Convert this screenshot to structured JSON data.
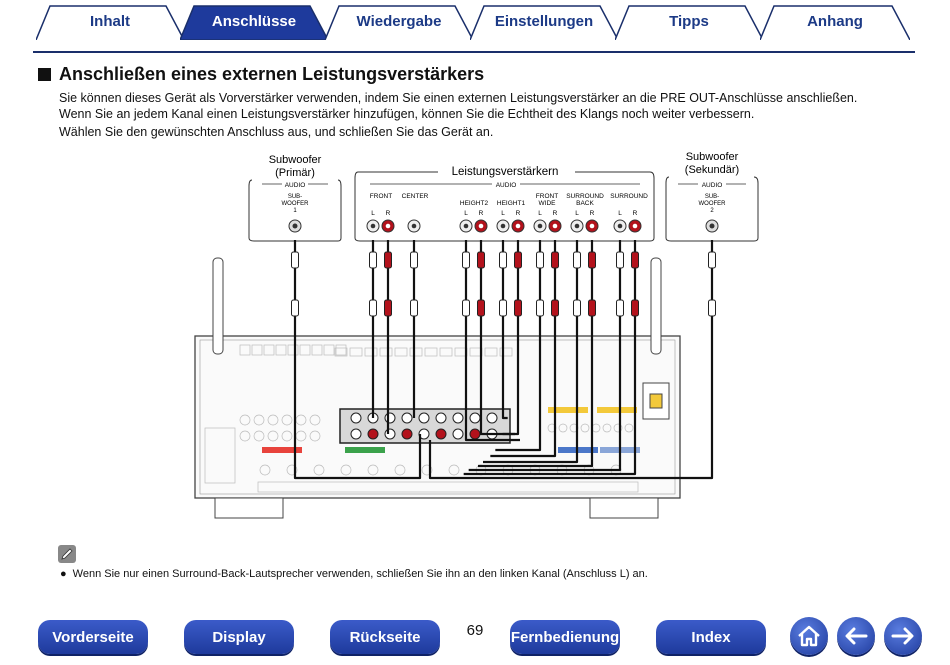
{
  "tabs": [
    {
      "label": "Inhalt",
      "active": false
    },
    {
      "label": "Anschlüsse",
      "active": true
    },
    {
      "label": "Wiedergabe",
      "active": false
    },
    {
      "label": "Einstellungen",
      "active": false
    },
    {
      "label": "Tipps",
      "active": false
    },
    {
      "label": "Anhang",
      "active": false
    }
  ],
  "section": {
    "title": "Anschließen eines externen Leistungsverstärkers",
    "paragraph1_line1": "Sie können dieses Gerät als Vorverstärker verwenden, indem Sie einen externen Leistungsverstärker an die PRE OUT-Anschlüsse anschließen.",
    "paragraph1_line2": "Wenn Sie an jedem Kanal einen Leistungsverstärker hinzufügen, können Sie die Echtheit des Klangs noch weiter verbessern.",
    "paragraph2": "Wählen Sie den gewünschten Anschluss aus, und schließen Sie das Gerät an."
  },
  "diagram": {
    "sub1_title_line1": "Subwoofer",
    "sub1_title_line2": "(Primär)",
    "sub1_audio": "AUDIO",
    "sub1_label_line1": "SUB-",
    "sub1_label_line2": "WOOFER",
    "sub1_label_line3": "1",
    "amp_title": "Leistungsverstärkern",
    "amp_audio": "AUDIO",
    "amp_front": "FRONT",
    "amp_center": "CENTER",
    "amp_height2": "HEIGHT2",
    "amp_height1": "HEIGHT1",
    "amp_front_wide_line1": "FRONT",
    "amp_front_wide_line2": "WIDE",
    "amp_surround_back_line1": "SURROUND",
    "amp_surround_back_line2": "BACK",
    "amp_surround": "SURROUND",
    "lr_l": "L",
    "lr_r": "R",
    "sub2_title_line1": "Subwoofer",
    "sub2_title_line2": "(Sekundär)",
    "sub2_audio": "AUDIO",
    "sub2_label_line1": "SUB-",
    "sub2_label_line2": "WOOFER",
    "sub2_label_line3": "2"
  },
  "note": {
    "icon": "pencil-icon",
    "bullet": "●",
    "text": "Wenn Sie nur einen Surround-Back-Lautsprecher verwenden, schließen Sie ihn an den linken Kanal (Anschluss L) an."
  },
  "nav": {
    "vorderseite": "Vorderseite",
    "display": "Display",
    "rueckseite": "Rückseite",
    "page_number": "69",
    "fernbedienung": "Fernbedienung",
    "index": "Index",
    "home_icon": "home-icon",
    "back_icon": "arrow-left-icon",
    "forward_icon": "arrow-right-icon"
  },
  "colors": {
    "tab_text": "#1c3a86",
    "tab_active_bg": "#1e3a9c",
    "nav_button": "#2a49b5",
    "rca_red": "#b3121c"
  }
}
